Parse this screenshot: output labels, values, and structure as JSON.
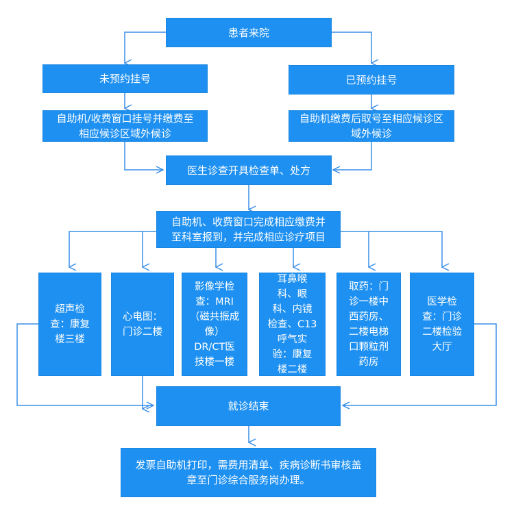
{
  "colors": {
    "box_fill": "#1e90f1",
    "arrow": "#3a8fe8",
    "text": "#ffffff"
  },
  "nodes": {
    "arrive": "患者来院",
    "unbooked": "未预约挂号",
    "booked": "已预约挂号",
    "unbooked_step": "自助机/收费窗口挂号并缴费至\n相应候诊区域外候诊",
    "booked_step": "自助机缴费后取号至相应候诊区\n域外候诊",
    "doctor": "医生诊查开具检查单、处方",
    "payment": "自助机、收费窗口完成相应缴费并\n至科室报到，并完成相应诊疗项目",
    "ultrasound": "超声检\n查：康复\n楼三楼",
    "ecg": "心电图：\n门诊二楼",
    "imaging": "影像学检\n查：MRI\n（磁共振成\n像）\nDR/CT医\n技楼一楼",
    "ent": "耳鼻喉\n科、眼\n科、内镜\n检查、C13\n呼气实\n验：康复\n楼二楼",
    "pharmacy": "取药：门\n诊一楼中\n西药房、\n二楼电梯\n口颗粒剂\n药房",
    "lab": "医学检\n查：门诊\n二楼检验\n大厅",
    "end": "就诊结束",
    "invoice": "发票自助机打印，需费用清单、疾病诊断书审核盖\n章至门诊综合服务岗办理。"
  }
}
